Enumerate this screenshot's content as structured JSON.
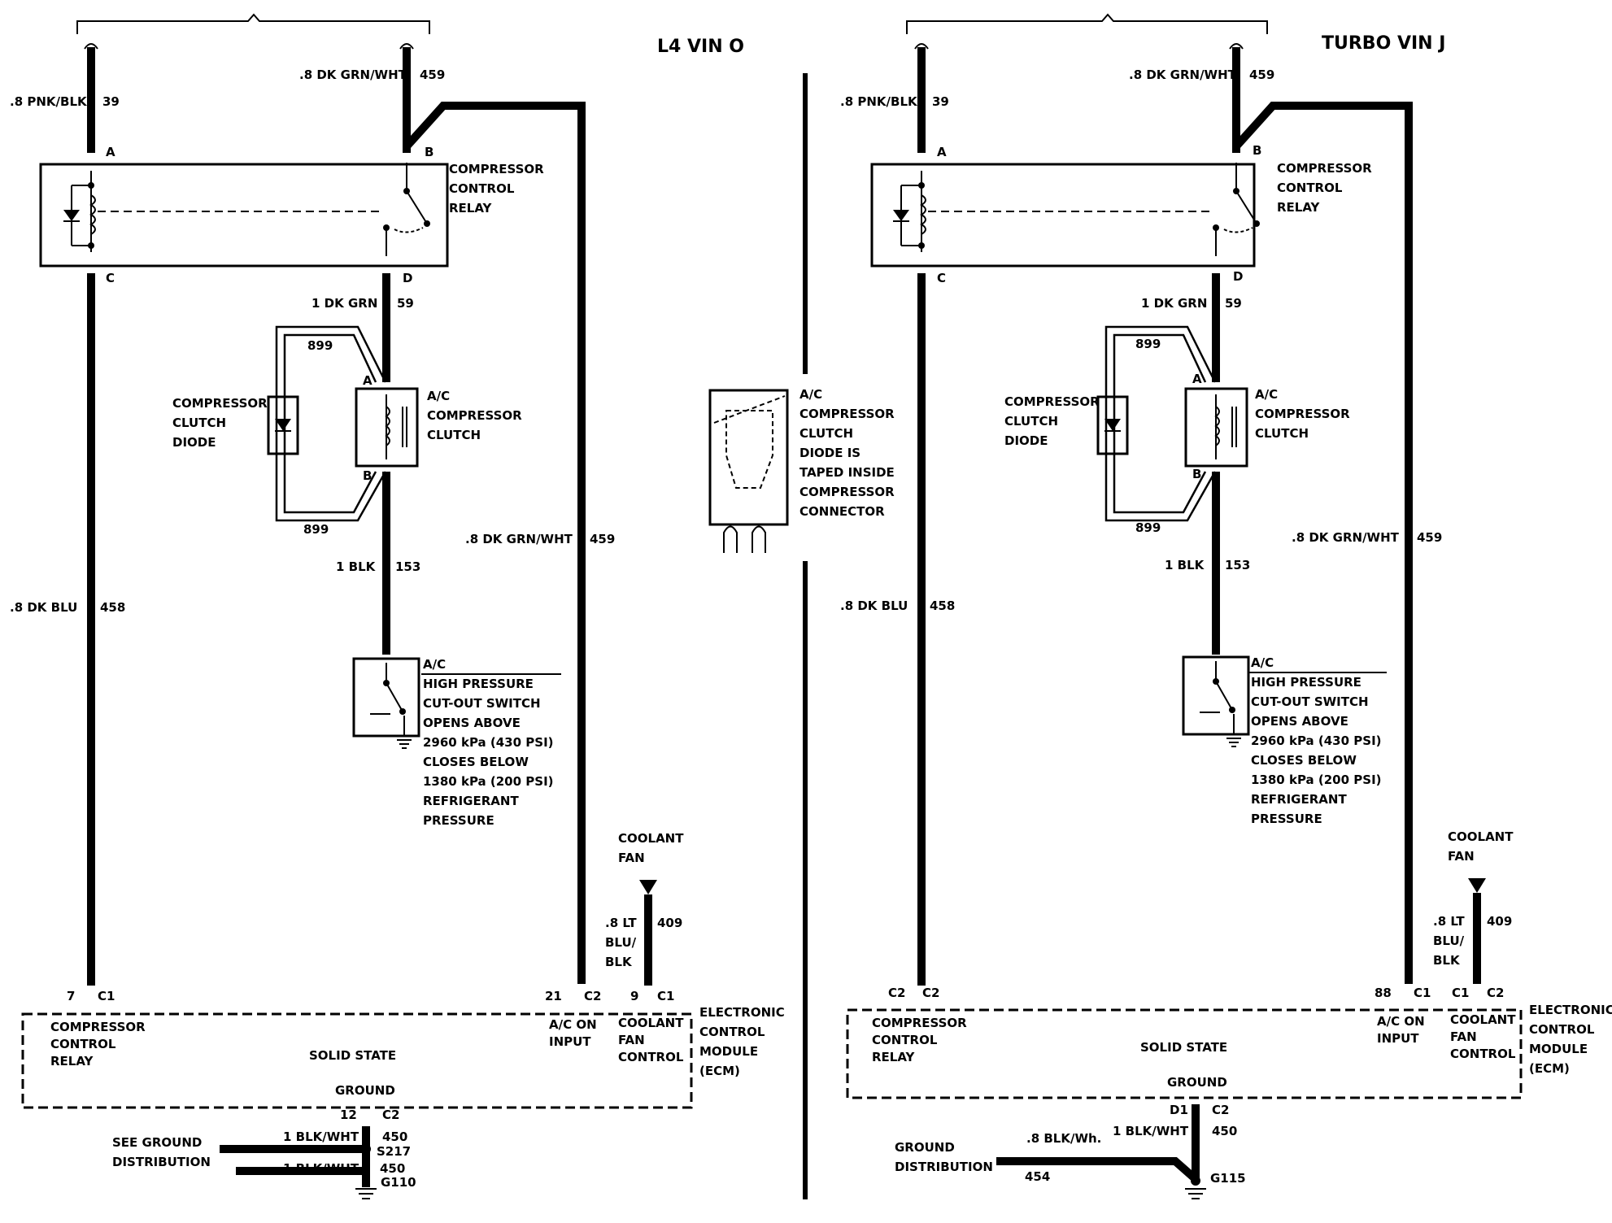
{
  "left": {
    "title": "L4 VIN O",
    "relay": {
      "name": [
        "COMPRESSOR",
        "CONTROL",
        "RELAY"
      ],
      "pins": {
        "a": "A",
        "b": "B",
        "c": "C",
        "d": "D"
      }
    },
    "wires": {
      "w39": {
        "label": ".8 PNK/BLK",
        "num": "39"
      },
      "w459_top": {
        "label": ".8 DK GRN/WHT",
        "num": "459"
      },
      "w459_mid": {
        "label": ".8 DK GRN/WHT",
        "num": "459"
      },
      "w59": {
        "label": "1 DK GRN",
        "num": "59"
      },
      "w899_top": "899",
      "w899_bot": "899",
      "w153": {
        "label": "1 BLK",
        "num": "153"
      },
      "w458": {
        "label": ".8 DK BLU",
        "num": "458"
      },
      "w409": {
        "label": [
          ".8 LT",
          "BLU/",
          "BLK"
        ],
        "num": "409"
      }
    },
    "diode": [
      "COMPRESSOR",
      "CLUTCH",
      "DIODE"
    ],
    "clutch": {
      "pin_a": "A",
      "pin_b": "B",
      "name": [
        "A/C",
        "COMPRESSOR",
        "CLUTCH"
      ]
    },
    "switch": [
      "A/C",
      "HIGH PRESSURE",
      "CUT-OUT SWITCH",
      "OPENS ABOVE",
      "2960 kPa (430 PSI)",
      "CLOSES BELOW",
      "1380 kPa (200 PSI)",
      "REFRIGERANT",
      "PRESSURE"
    ],
    "coolant_fan": [
      "COOLANT",
      "FAN"
    ],
    "ecm": {
      "pin_c1_num": "7",
      "pin_c1_conn": "C1",
      "pin_21_num": "21",
      "pin_21_conn": "C2",
      "pin_9_num": "9",
      "pin_9_conn": "C1",
      "relay_label": [
        "COMPRESSOR",
        "CONTROL",
        "RELAY"
      ],
      "solid_state": "SOLID STATE",
      "ground": "GROUND",
      "ac_on": [
        "A/C ON",
        "INPUT"
      ],
      "fan_control": [
        "COOLANT",
        "FAN",
        "CONTROL"
      ],
      "name": [
        "ELECTRONIC",
        "CONTROL",
        "MODULE",
        "(ECM)"
      ]
    },
    "ground_section": {
      "see": [
        "SEE GROUND",
        "DISTRIBUTION"
      ],
      "pin_num": "12",
      "pin_conn": "C2",
      "wire1_label": "1 BLK/WHT",
      "wire1_num": "450",
      "splice": "S217",
      "wire2_label": "1 BLK/WHT",
      "wire2_num": "450",
      "ground": "G110"
    }
  },
  "center_note": [
    "A/C",
    "COMPRESSOR",
    "CLUTCH",
    "DIODE IS",
    "TAPED INSIDE",
    "COMPRESSOR",
    "CONNECTOR"
  ],
  "right": {
    "title": "TURBO VIN J",
    "relay": {
      "name": [
        "COMPRESSOR",
        "CONTROL",
        "RELAY"
      ],
      "pins": {
        "a": "A",
        "b": "B",
        "c": "C",
        "d": "D"
      }
    },
    "wires": {
      "w39": {
        "label": ".8 PNK/BLK",
        "num": "39"
      },
      "w459_top": {
        "label": ".8 DK GRN/WHT",
        "num": "459"
      },
      "w459_mid": {
        "label": ".8 DK GRN/WHT",
        "num": "459"
      },
      "w59": {
        "label": "1 DK GRN",
        "num": "59"
      },
      "w899_top": "899",
      "w899_bot": "899",
      "w153": {
        "label": "1 BLK",
        "num": "153"
      },
      "w458": {
        "label": ".8 DK BLU",
        "num": "458"
      },
      "w409": {
        "label": [
          ".8 LT",
          "BLU/",
          "BLK"
        ],
        "num": "409"
      }
    },
    "diode": [
      "COMPRESSOR",
      "CLUTCH",
      "DIODE"
    ],
    "clutch": {
      "pin_a": "A",
      "pin_b": "B",
      "name": [
        "A/C",
        "COMPRESSOR",
        "CLUTCH"
      ]
    },
    "switch": [
      "A/C",
      "HIGH PRESSURE",
      "CUT-OUT SWITCH",
      "OPENS ABOVE",
      "2960 kPa (430 PSI)",
      "CLOSES BELOW",
      "1380 kPa (200 PSI)",
      "REFRIGERANT",
      "PRESSURE"
    ],
    "coolant_fan": [
      "COOLANT",
      "FAN"
    ],
    "ecm": {
      "pin_c1_num": "C2",
      "pin_c1_conn": "C2",
      "pin_21_num": "88",
      "pin_21_conn": "C1",
      "pin_9_num": "C1",
      "pin_9_conn": "C2",
      "relay_label": [
        "COMPRESSOR",
        "CONTROL",
        "RELAY"
      ],
      "solid_state": "SOLID STATE",
      "ground": "GROUND",
      "ac_on": [
        "A/C ON",
        "INPUT"
      ],
      "fan_control": [
        "COOLANT",
        "FAN",
        "CONTROL"
      ],
      "name": [
        "ELECTRONIC",
        "CONTROL",
        "MODULE",
        "(ECM)"
      ]
    },
    "ground_section": {
      "see": [
        "GROUND",
        "DISTRIBUTION"
      ],
      "pin_num": "D1",
      "pin_conn": "C2",
      "wire1_label": "1 BLK/WHT",
      "wire1_num": "450",
      "wire_side_label": ".8 BLK/Wh.",
      "wire_side_num": "454",
      "ground": "G115"
    }
  }
}
